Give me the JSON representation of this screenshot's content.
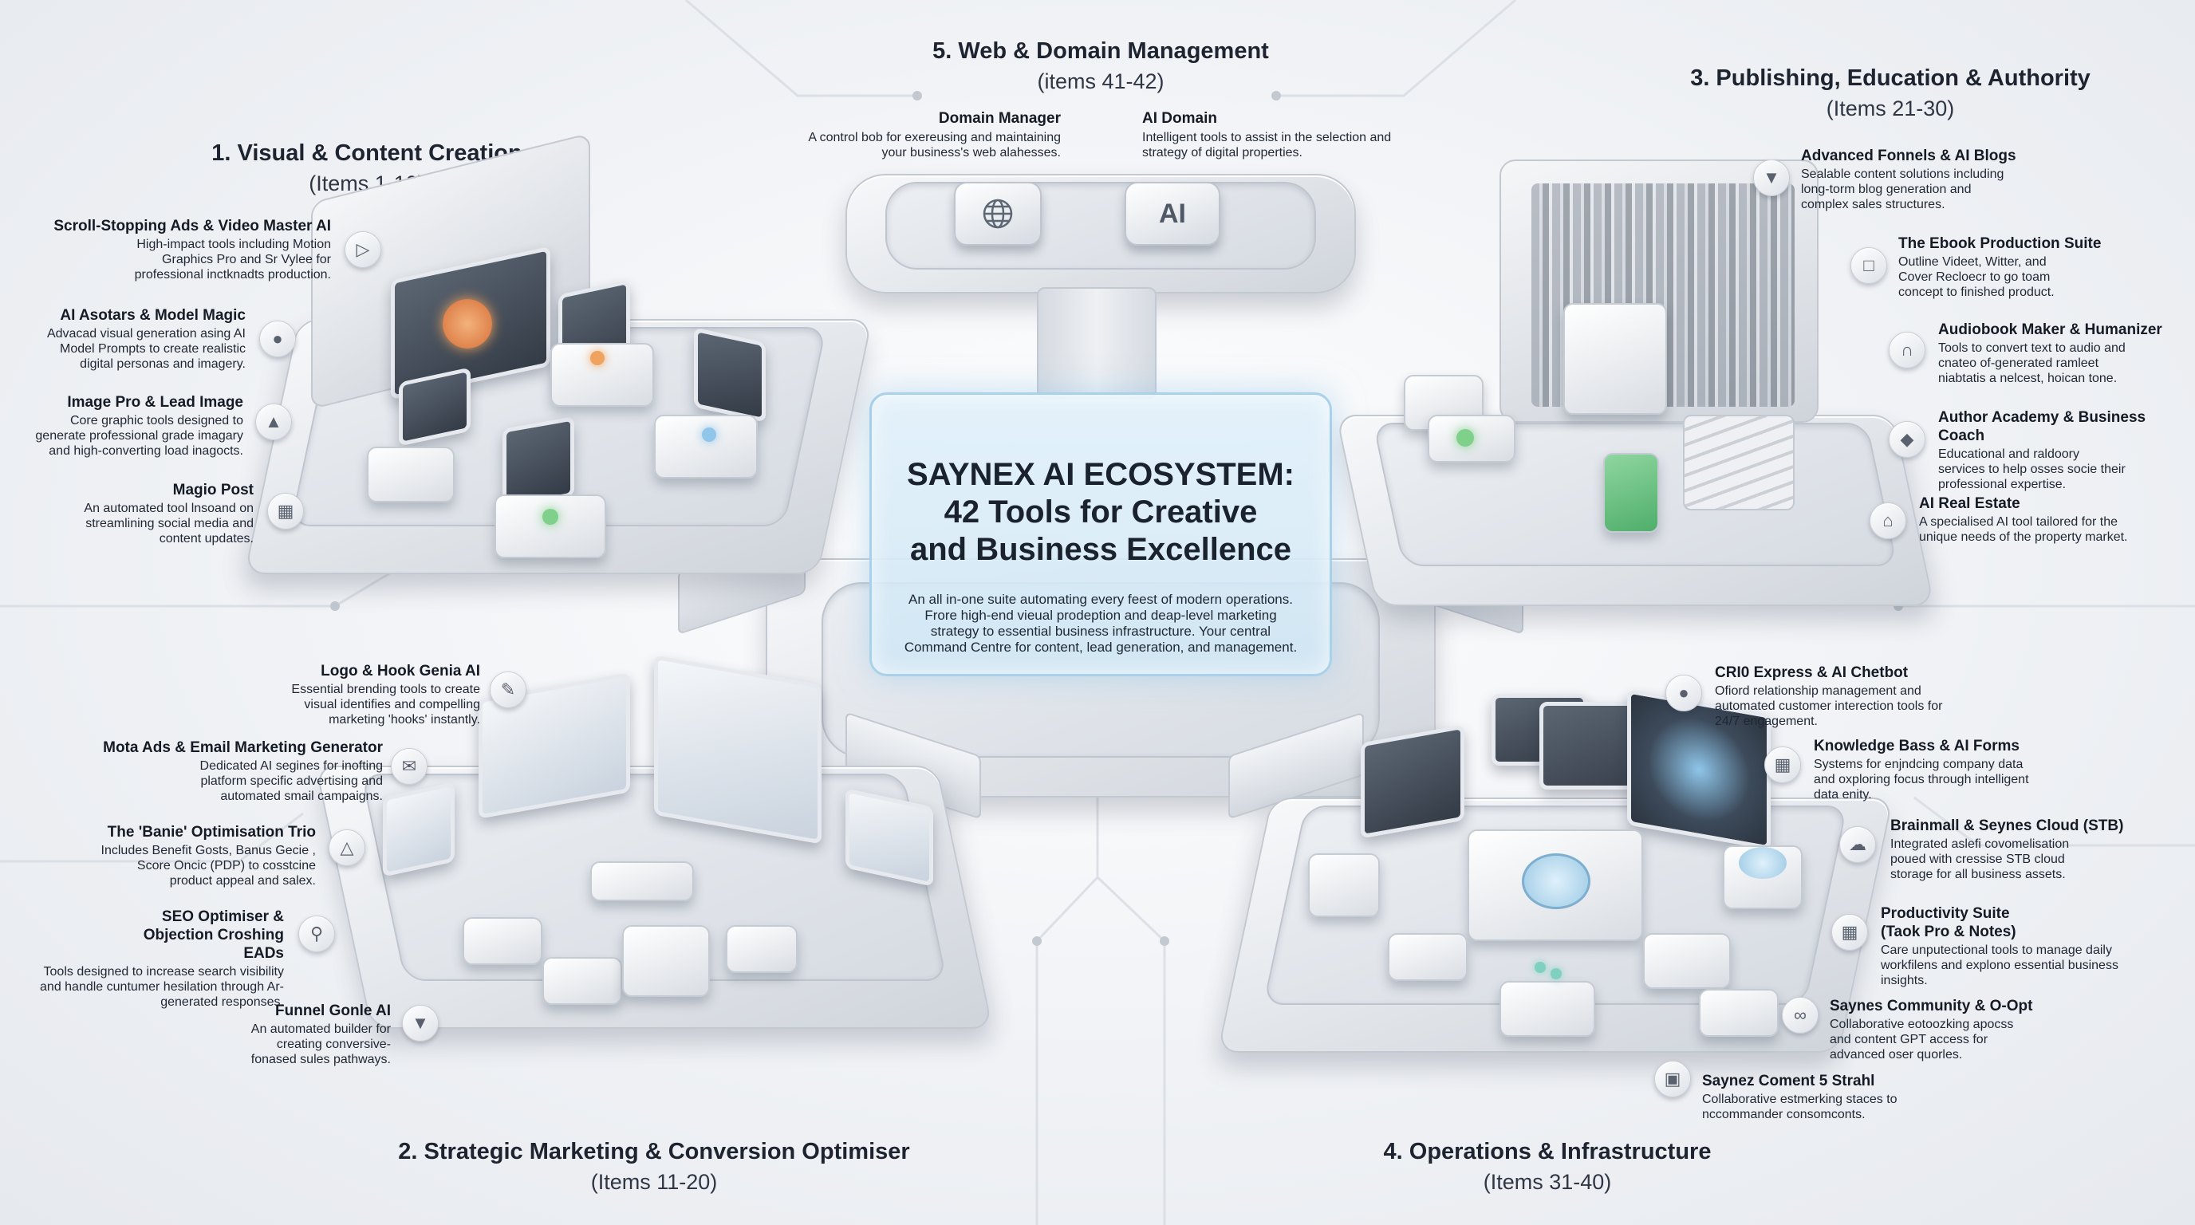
{
  "hub": {
    "title_lines": [
      "SAYNEX AI ECOSYSTEM:",
      "42 Tools for Creative",
      "and Business Excellence"
    ],
    "description": "An all in-one suite automating every feest of modern operations. Frore high-end vieual prodeption and deap-level marketing strategy to essential business infrastructure. Your central Command Centre for content, lead generation, and management."
  },
  "sections": [
    {
      "heading": "1. Visual & Content Creation",
      "range": "(Items 1-10)",
      "items": [
        {
          "title": "Scroll-Stopping Ads & Video Master AI",
          "description": "High-impact tools including Motion Graphics Pro and Sr Vylee for professional inctknadts production.",
          "icon": "video-icon"
        },
        {
          "title": "AI Asotars & Model Magic",
          "description": "Advacad visual generation asing AI Model Prompts to create realistic digital personas and imagery.",
          "icon": "person-icon"
        },
        {
          "title": "Image Pro & Lead Image",
          "description": "Core graphic tools designed to generate professional grade imagary and high-converting load inagocts.",
          "icon": "image-icon"
        },
        {
          "title": "Magio Post",
          "description": "An automated tool lnsoand on streamlining social media and content updates.",
          "icon": "calendar-icon"
        }
      ]
    },
    {
      "heading": "2. Strategic Marketing & Conversion Optimiser",
      "range": "(Items 11-20)",
      "items": [
        {
          "title": "Logo & Hook Genia AI",
          "description": "Essential brending tools to create visual identifies and compelling marketing 'hooks' instantly.",
          "icon": "pen-icon"
        },
        {
          "title": "Mota Ads & Email Marketing Generator",
          "description": "Dedicated AI segines for inofting platform specific advertising and automated smail campaigns.",
          "icon": "email-icon"
        },
        {
          "title": "The 'Banie' Optimisation Trio",
          "description": "Includes Benefit Gosts, Banus Gecie , Score Oncic (PDP) to cosstcine product appeal and salex.",
          "icon": "hierarchy-icon"
        },
        {
          "title": "SEO Optimiser & Objection Croshing EADs",
          "description": "Tools designed to increase search visibility and handle cuntumer hesilation through Ar-generated responses.",
          "icon": "search-icon"
        },
        {
          "title": "Funnel Gonle AI",
          "description": "An automated builder for creating conversive-fonased sules pathways.",
          "icon": "funnel-icon"
        }
      ]
    },
    {
      "heading": "3. Publishing, Education & Authority",
      "range": "(Items 21-30)",
      "items": [
        {
          "title": "Advanced Fonnels & AI Blogs",
          "description": "Sealable content solutions including long-torm blog generation and complex sales structures.",
          "icon": "funnel-icon"
        },
        {
          "title": "The Ebook Production Suite",
          "description": "Outline Videet, Witter, and Cover Recloecr to go toam concept to finished product.",
          "icon": "book-icon"
        },
        {
          "title": "Audiobook Maker & Humanizer",
          "description": "Tools to convert text to audio and cnateo of-generated ramleet niabtatis a nelcest, hoican tone.",
          "icon": "headphones-icon"
        },
        {
          "title": "Author Academy & Business Coach",
          "description": "Educational and raldoory services to help osses socie their professional expertise.",
          "icon": "graduation-cap-icon"
        },
        {
          "title": "AI Real Estate",
          "description": "A specialised AI tool tailored for the unique needs of the property market.",
          "icon": "house-icon"
        }
      ]
    },
    {
      "heading": "4. Operations & Infrastructure",
      "range": "(Items 31-40)",
      "items": [
        {
          "title": "CRI0 Express & AI Chetbot",
          "description": "Ofiord relationship management and automated customer interection tools for 24/7 engagement.",
          "icon": "team-icon"
        },
        {
          "title": "Knowledge Bass & AI Forms",
          "description": "Systems for enjndcing company data and oxploring focus through intelligent data enity.",
          "icon": "form-icon"
        },
        {
          "title": "Brainmall & Seynes Cloud (STB)",
          "description": "Integrated aslefi covomelisation poued with cressise STB cloud storage for all business assets.",
          "icon": "cloud-icon"
        },
        {
          "title": "Productivity Suite",
          "title2": "(Taok Pro & Notes)",
          "description": "Care unputectional tools to manage daily workfilens and explono essential business insights.",
          "icon": "grid-icon"
        },
        {
          "title": "Saynes Community & O-Opt",
          "description": "Collaborative eotoozking apocss and content GPT access for advanced oser quorles.",
          "icon": "community-icon"
        },
        {
          "title": "Saynez Coment 5 Strahl",
          "description": "Collaborative estmerking staces to nccommander consomconts.",
          "icon": "chat-icon"
        }
      ]
    },
    {
      "heading": "5. Web & Domain Management",
      "range": "(items 41-42)",
      "items": [
        {
          "title": "Domain Manager",
          "description": "A control bob for exereusing and maintaining your business's web alahesses.",
          "icon": "globe-icon"
        },
        {
          "title": "AI Domain",
          "description": "Intelligent tools to assist in the selection and strategy of digital properties.",
          "icon": "ai-chip-icon",
          "key_label": "AI"
        }
      ]
    }
  ],
  "colors": {
    "accent": "#a9d2ea",
    "platform": "#dfe3e8",
    "screen": "#3f4854",
    "text": "#1d2430",
    "glow_orange": "#f0a35e",
    "glow_green": "#7fd08a",
    "glow_blue": "#8fc6ea"
  }
}
